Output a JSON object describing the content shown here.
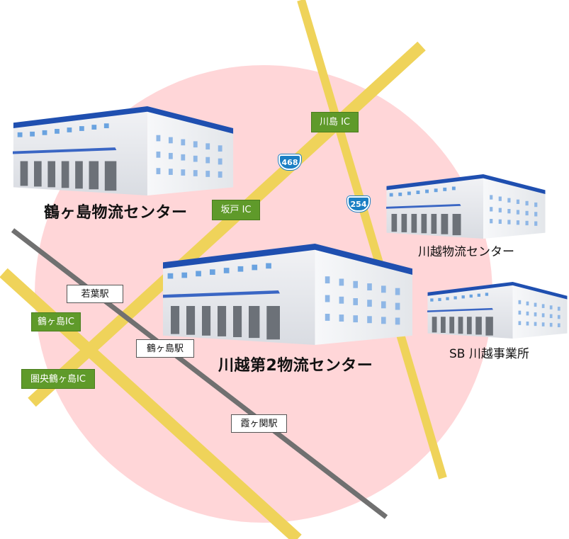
{
  "colors": {
    "area_circle": "#ffd6d8",
    "expressway": "#efd35a",
    "railway": "#707070",
    "ic_sign_bg": "#5f9a2a",
    "route_shield": "#1b7fc4",
    "warehouse_roof": "#1f4fb0",
    "warehouse_wall": "#e6e8ec",
    "warehouse_window": "#6aa3e0"
  },
  "facilities": [
    {
      "name": "鶴ヶ島物流センター",
      "icon": "warehouse-icon"
    },
    {
      "name": "川越物流センター",
      "icon": "warehouse-icon"
    },
    {
      "name": "川越第2物流センター",
      "icon": "warehouse-icon"
    },
    {
      "name": "SB 川越事業所",
      "icon": "warehouse-icon"
    }
  ],
  "interchanges": [
    "川島 IC",
    "坂戸 IC",
    "鶴ヶ島IC",
    "圏央鶴ヶ島IC"
  ],
  "stations": [
    "若葉駅",
    "鶴ヶ島駅",
    "霞ヶ関駅"
  ],
  "routes": [
    "468",
    "254"
  ]
}
